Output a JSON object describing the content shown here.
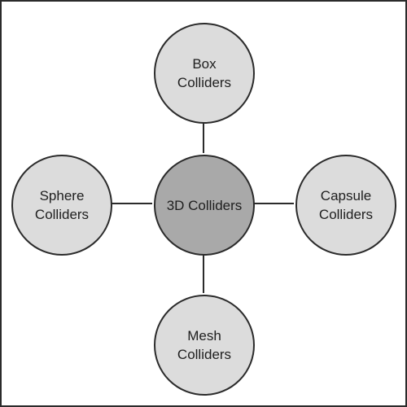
{
  "diagram": {
    "center": {
      "label": "3D Colliders"
    },
    "nodes": {
      "top": {
        "label": "Box\nColliders"
      },
      "left": {
        "label": "Sphere\nColliders"
      },
      "right": {
        "label": "Capsule\nColliders"
      },
      "bottom": {
        "label": "Mesh\nColliders"
      }
    },
    "colors": {
      "center_fill": "#a9a9a9",
      "node_fill": "#dcdcdc",
      "stroke": "#2b2b2b"
    }
  }
}
